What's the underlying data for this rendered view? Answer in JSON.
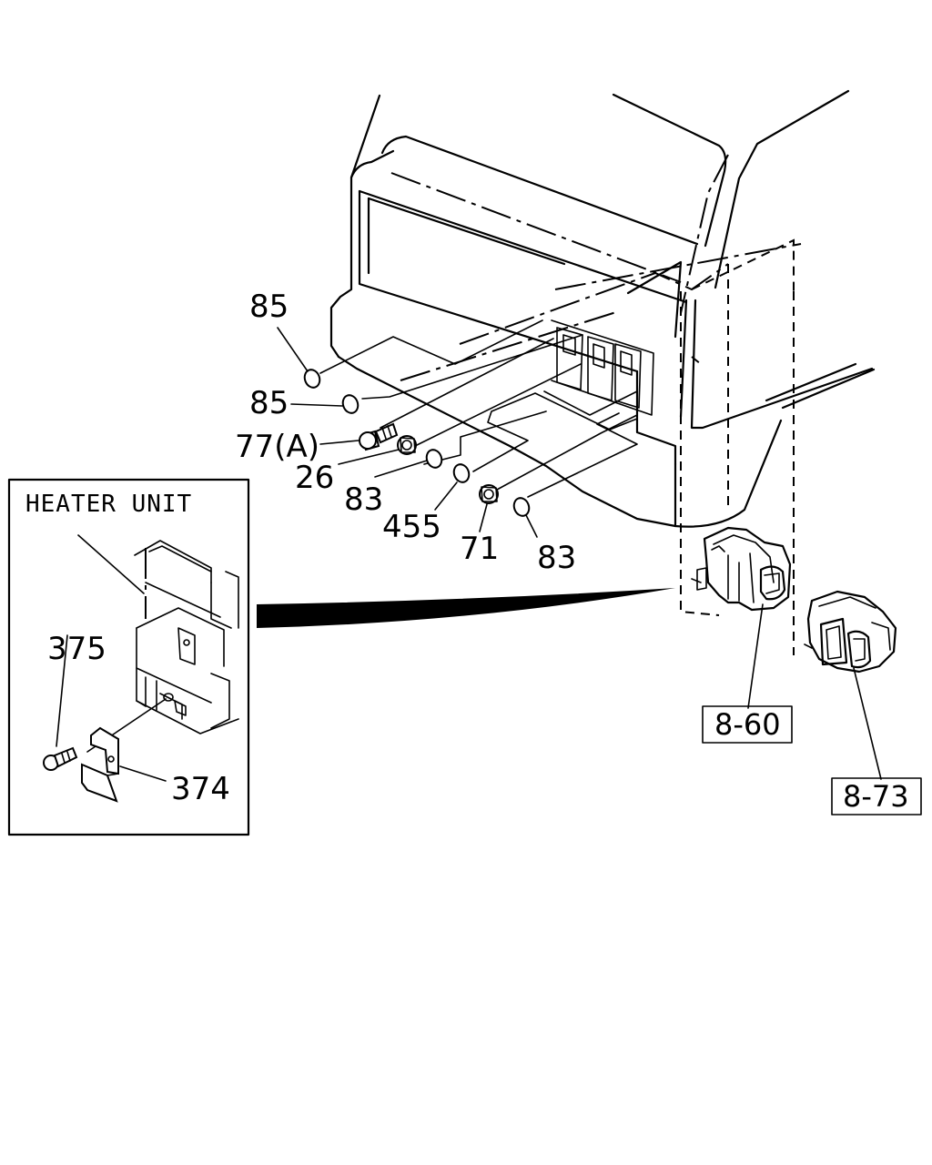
{
  "inset": {
    "title": "HEATER UNIT",
    "labels": {
      "p375": "375",
      "p374": "374"
    }
  },
  "callouts": {
    "p85a": "85",
    "p85b": "85",
    "p77a": "77(A)",
    "p26": "26",
    "p83a": "83",
    "p455": "455",
    "p71": "71",
    "p83b": "83"
  },
  "references": {
    "ref_860": "8-60",
    "ref_873": "8-73"
  }
}
